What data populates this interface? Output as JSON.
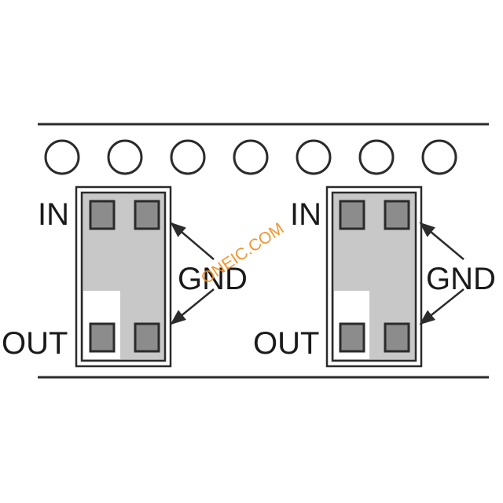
{
  "colors": {
    "line": "#2b2b2b",
    "body_fill": "#c8c8c8",
    "pad_fill": "#8c8c8c",
    "cutout_fill": "#ffffff",
    "watermark": "#f08a1c"
  },
  "tape": {
    "sprocket_hole_count": 7
  },
  "components": [
    {
      "labels": {
        "in": "IN",
        "gnd": "GND",
        "out": "OUT"
      }
    },
    {
      "labels": {
        "in": "IN",
        "gnd": "GND",
        "out": "OUT"
      }
    }
  ],
  "watermark": {
    "text": "ONEIC.COM"
  }
}
